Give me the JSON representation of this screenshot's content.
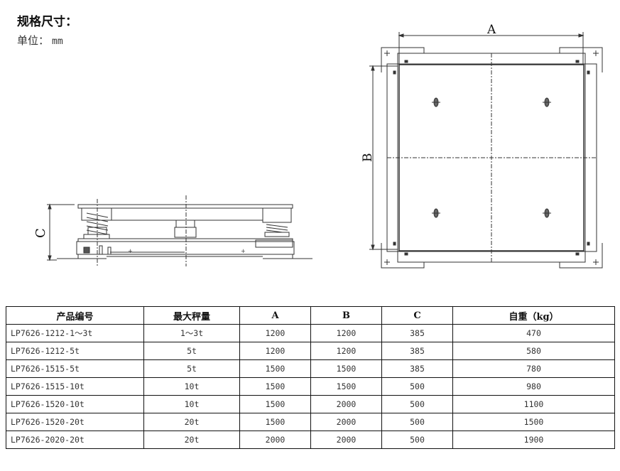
{
  "header": {
    "title": "规格尺寸：",
    "unit_label": "单位：",
    "unit_value": "mm"
  },
  "drawings": {
    "side_view": {
      "dimension_label": "C"
    },
    "top_view": {
      "dimension_width_label": "A",
      "dimension_height_label": "B"
    }
  },
  "table": {
    "columns": [
      "产品编号",
      "最大秤量",
      "A",
      "B",
      "C",
      "自重（kg）"
    ],
    "rows": [
      [
        "LP7626-1212-1～3t",
        "1～3t",
        "1200",
        "1200",
        "385",
        "470"
      ],
      [
        "LP7626-1212-5t",
        "5t",
        "1200",
        "1200",
        "385",
        "580"
      ],
      [
        "LP7626-1515-5t",
        "5t",
        "1500",
        "1500",
        "385",
        "780"
      ],
      [
        "LP7626-1515-10t",
        "10t",
        "1500",
        "1500",
        "500",
        "980"
      ],
      [
        "LP7626-1520-10t",
        "10t",
        "1500",
        "2000",
        "500",
        "1100"
      ],
      [
        "LP7626-1520-20t",
        "20t",
        "1500",
        "2000",
        "500",
        "1500"
      ],
      [
        "LP7626-2020-20t",
        "20t",
        "2000",
        "2000",
        "500",
        "1900"
      ]
    ]
  }
}
